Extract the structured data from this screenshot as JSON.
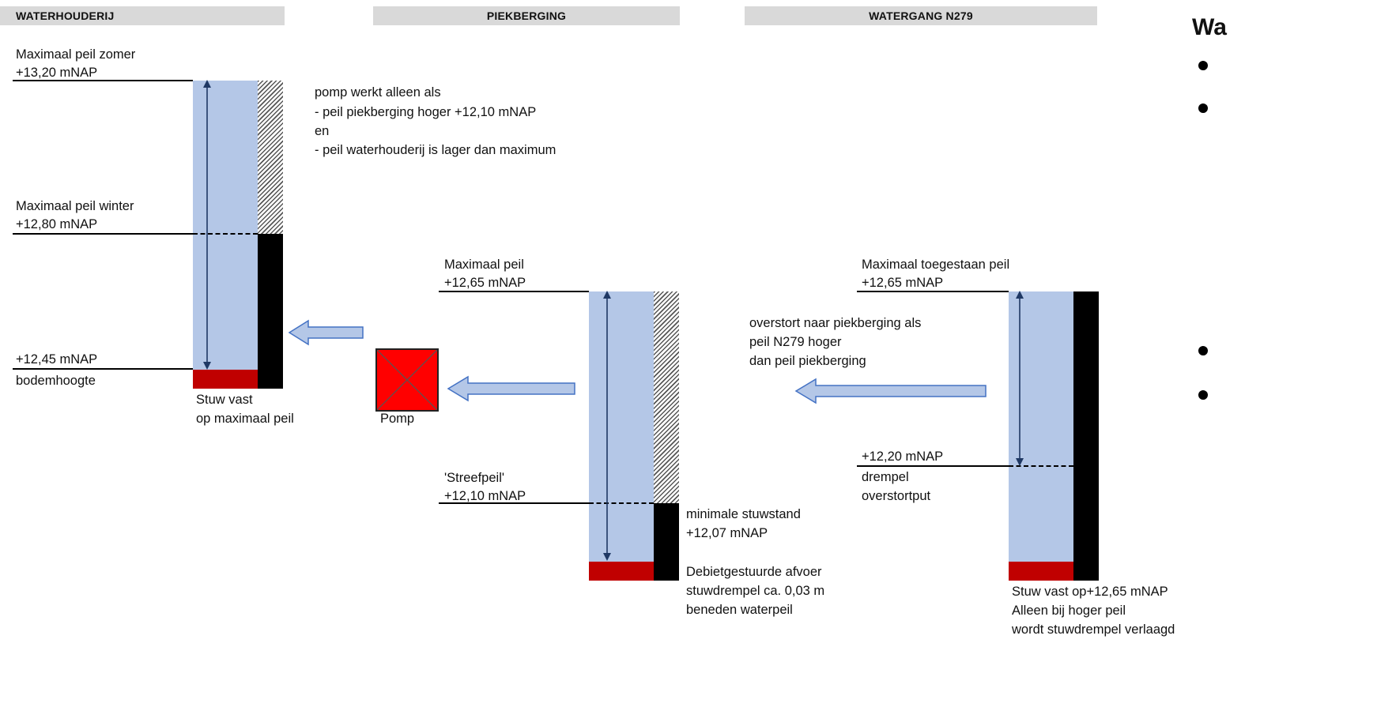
{
  "headers": {
    "waterhouderij": "WATERHOUDERIJ",
    "piekberging": "PIEKBERGING",
    "watergang": "WATERGANG N279"
  },
  "waterhouderij": {
    "max_zomer_label": "Maximaal peil zomer",
    "max_zomer_value": "+13,20 mNAP",
    "max_winter_label": "Maximaal peil winter",
    "max_winter_value": "+12,80 mNAP",
    "bodem_value": "+12,45 mNAP",
    "bodem_label": "bodemhoogte",
    "stuw_line1": "Stuw vast",
    "stuw_line2": "op maximaal peil"
  },
  "pomp_note": {
    "line1": "pomp werkt alleen als",
    "line2": "- peil piekberging hoger +12,10 mNAP",
    "line3": "en",
    "line4": "- peil waterhouderij is lager dan maximum"
  },
  "pomp": {
    "label": "Pomp",
    "color": "#ff0000"
  },
  "piekberging": {
    "max_label": "Maximaal peil",
    "max_value": "+12,65 mNAP",
    "streef_label": "'Streefpeil'",
    "streef_value": "+12,10 mNAP",
    "min_stuw_label": "minimale stuwstand",
    "min_stuw_value": "+12,07 mNAP",
    "afvoer_line1": "Debietgestuurde afvoer",
    "afvoer_line2": "stuwdrempel ca. 0,03 m",
    "afvoer_line3": "beneden waterpeil"
  },
  "watergang": {
    "max_label": "Maximaal toegestaan peil",
    "max_value": "+12,65 mNAP",
    "overstort_line1": "overstort naar piekberging als",
    "overstort_line2": "peil N279 hoger",
    "overstort_line3": "dan peil piekberging",
    "drempel_value": "+12,20 mNAP",
    "drempel_line1": "drempel",
    "drempel_line2": "overstortput",
    "stuw_line1": "Stuw vast op+12,65 mNAP",
    "stuw_line2": "Alleen bij hoger peil",
    "stuw_line3": "wordt stuwdrempel verlaagd"
  },
  "right_panel": {
    "title": "Wa"
  },
  "colors": {
    "water": "#b4c7e7",
    "weir": "#c00000",
    "arrow_fill": "#b4c7e7",
    "arrow_stroke": "#4472c4",
    "header_bg": "#d9d9d9"
  }
}
